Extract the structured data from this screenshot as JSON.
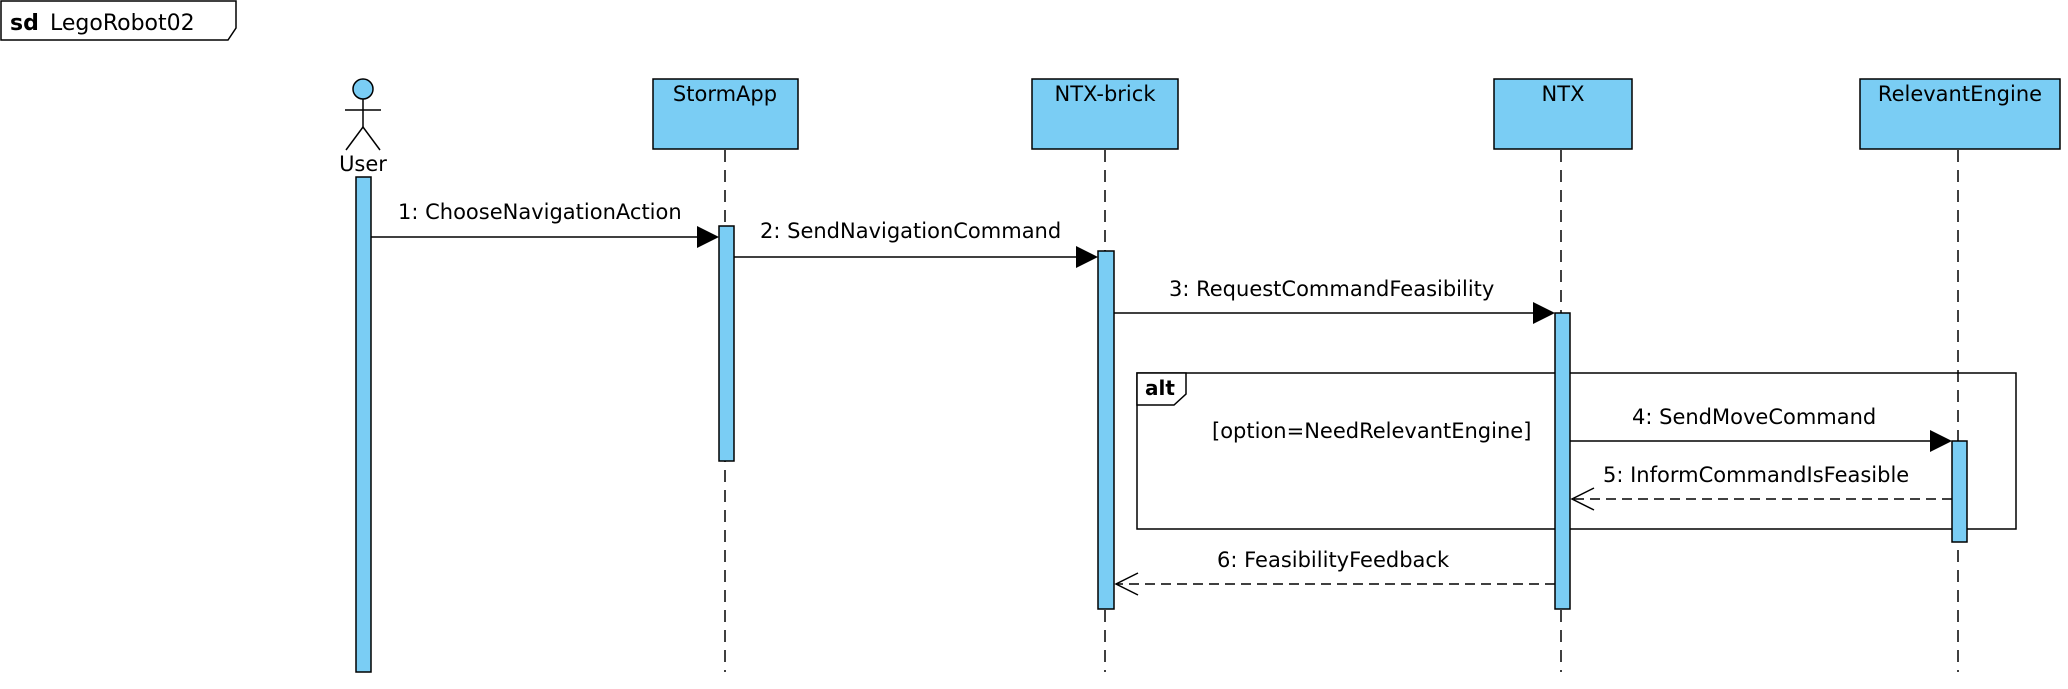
{
  "frame": {
    "keyword": "sd",
    "name": "LegoRobot02"
  },
  "colors": {
    "fill": "#7acdf4",
    "stroke": "#000000"
  },
  "actor": {
    "name": "User",
    "icon": "stick-figure-icon"
  },
  "lifelines": [
    {
      "key": "storm",
      "name": "StormApp"
    },
    {
      "key": "brick",
      "name": "NTX-brick"
    },
    {
      "key": "ntx",
      "name": "NTX"
    },
    {
      "key": "engine",
      "name": "RelevantEngine"
    }
  ],
  "messages": [
    {
      "label": "1: ChooseNavigationAction",
      "type": "sync"
    },
    {
      "label": "2: SendNavigationCommand",
      "type": "sync"
    },
    {
      "label": "3: RequestCommandFeasibility",
      "type": "sync"
    },
    {
      "label": "4: SendMoveCommand",
      "type": "sync"
    },
    {
      "label": "5: InformCommandIsFeasible",
      "type": "reply"
    },
    {
      "label": "6: FeasibilityFeedback",
      "type": "reply"
    }
  ],
  "fragment": {
    "operator": "alt",
    "guard": "[option=NeedRelevantEngine]"
  }
}
